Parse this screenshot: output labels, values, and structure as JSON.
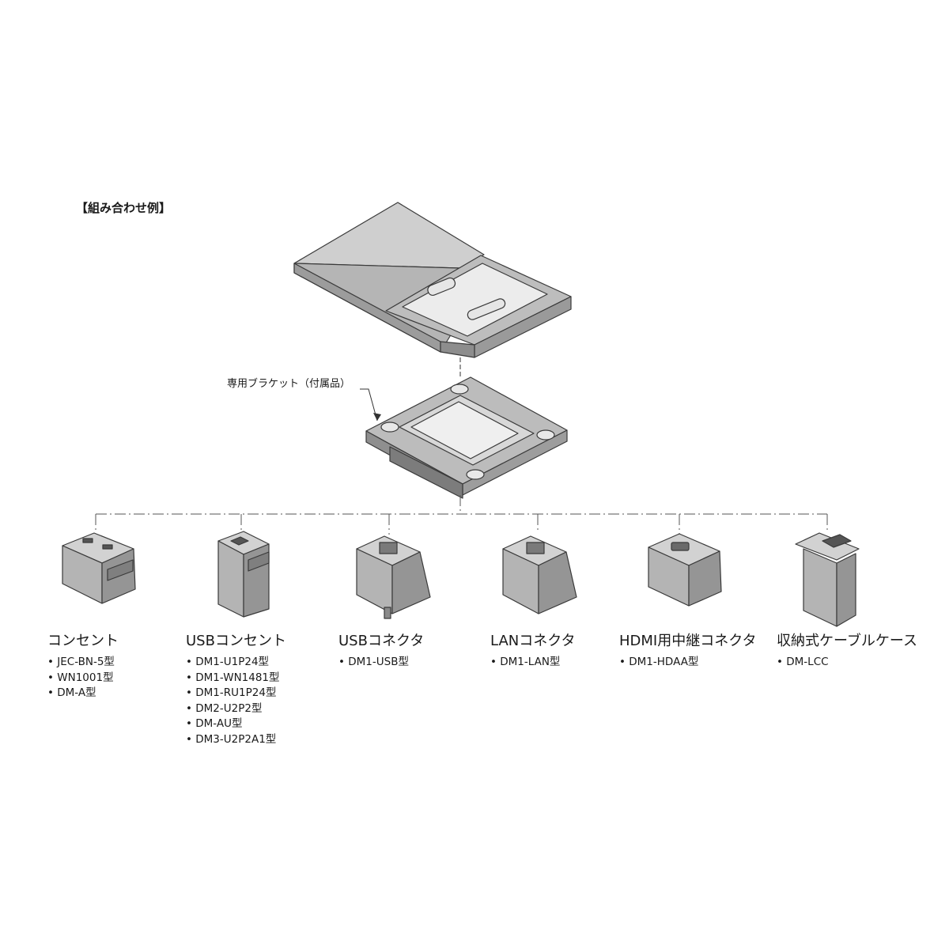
{
  "heading": "【組み合わせ例】",
  "bracket_label": "専用ブラケット（付属品）",
  "products": [
    {
      "name": "コンセント",
      "models": [
        "JEC-BN-5型",
        "WN1001型",
        "DM-A型"
      ]
    },
    {
      "name": "USBコンセント",
      "models": [
        "DM1-U1P24型",
        "DM1-WN1481型",
        "DM1-RU1P24型",
        "DM2-U2P2型",
        "DM-AU型",
        "DM3-U2P2A1型"
      ]
    },
    {
      "name": "USBコネクタ",
      "models": [
        "DM1-USB型"
      ]
    },
    {
      "name": "LANコネクタ",
      "models": [
        "DM1-LAN型"
      ]
    },
    {
      "name": "HDMI用中継コネクタ",
      "models": [
        "DM1-HDAA型"
      ]
    },
    {
      "name": "収納式ケーブルケース",
      "models": [
        "DM-LCC"
      ]
    }
  ],
  "colors": {
    "body": "#a9a9a9",
    "light": "#d4d4d4",
    "dark": "#6e6e6e",
    "line": "#555555"
  }
}
